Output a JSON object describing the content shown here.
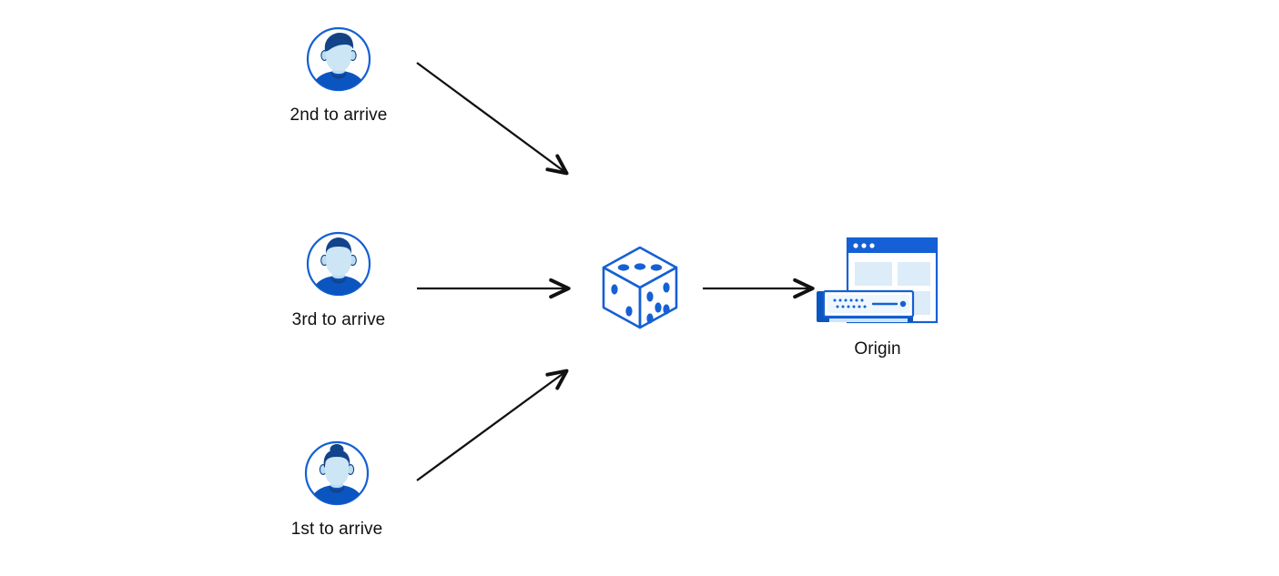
{
  "diagram": {
    "title": "Load balancing random selection to origin",
    "background_color": "#ffffff",
    "palette": {
      "brand_blue": "#1560d4",
      "dark_navy": "#12448c",
      "deep_blue": "#0b55c0",
      "light_fill": "#d9eaf7",
      "pale_fill": "#e4f0fa",
      "arrow_black": "#111111",
      "text_color": "#111111"
    },
    "nodes": [
      {
        "id": "visitor-2nd",
        "type": "avatar",
        "icon": "user-avatar-icon",
        "hair_style": "short-wavy",
        "label": "2nd to arrive"
      },
      {
        "id": "visitor-3rd",
        "type": "avatar",
        "icon": "user-avatar-icon",
        "hair_style": "short-cropped",
        "label": "3rd to arrive"
      },
      {
        "id": "visitor-1st",
        "type": "avatar",
        "icon": "user-avatar-icon",
        "hair_style": "bun",
        "label": "1st to arrive"
      },
      {
        "id": "randomizer",
        "type": "dice",
        "icon": "dice-icon",
        "label": "",
        "faces": {
          "top_pips": 3,
          "left_pips": 2,
          "right_pips": 5
        }
      },
      {
        "id": "origin",
        "type": "server",
        "icon": "origin-server-icon",
        "label": "Origin"
      }
    ],
    "arrows": [
      {
        "id": "arrow-2nd-to-dice",
        "from": "visitor-2nd",
        "to": "randomizer",
        "direction": "down-right"
      },
      {
        "id": "arrow-3rd-to-dice",
        "from": "visitor-3rd",
        "to": "randomizer",
        "direction": "right"
      },
      {
        "id": "arrow-1st-to-dice",
        "from": "visitor-1st",
        "to": "randomizer",
        "direction": "up-right"
      },
      {
        "id": "arrow-dice-to-origin",
        "from": "randomizer",
        "to": "origin",
        "direction": "right"
      }
    ]
  }
}
